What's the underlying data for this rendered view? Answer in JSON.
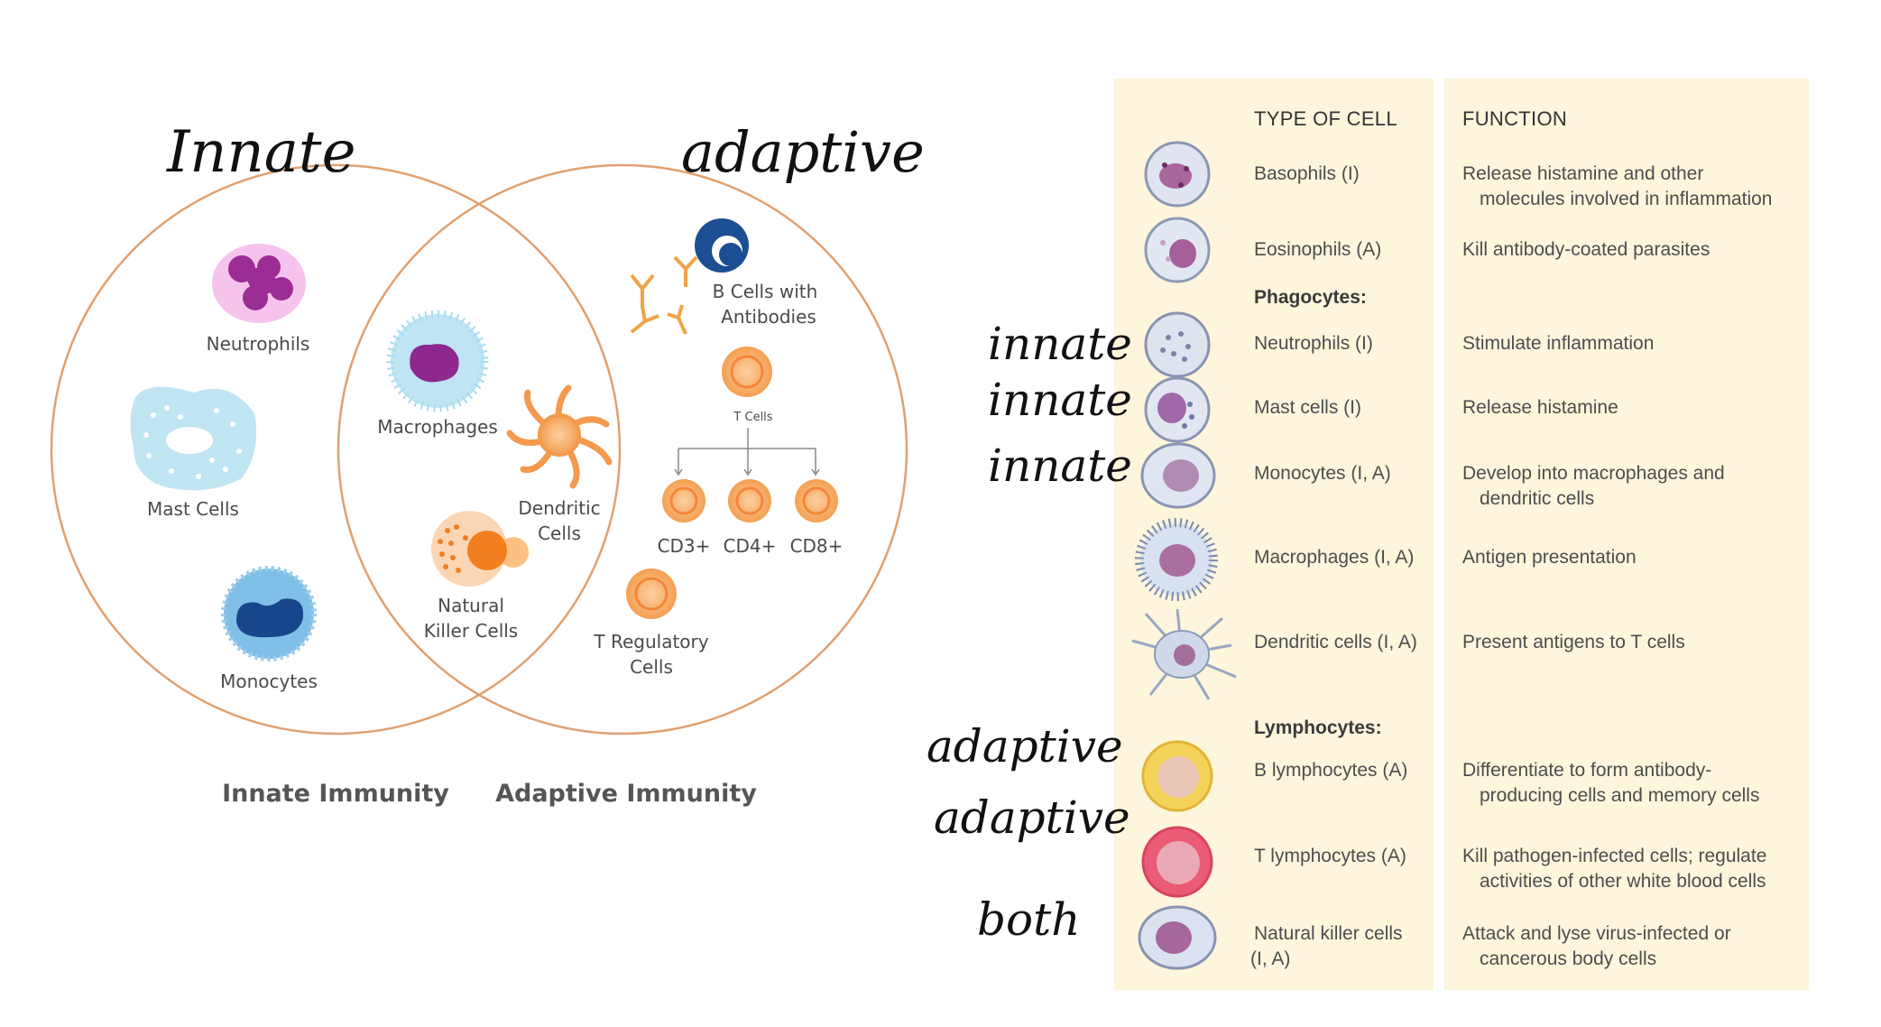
{
  "venn": {
    "handwritten_left": "Innate",
    "handwritten_right": "adaptive",
    "innate_only": {
      "neutrophils": "Neutrophils",
      "mast_cells": "Mast Cells",
      "monocytes": "Monocytes"
    },
    "shared": {
      "macrophages": "Macrophages",
      "dendritic_line1": "Dendritic",
      "dendritic_line2": "Cells",
      "nk_line1": "Natural",
      "nk_line2": "Killer Cells"
    },
    "adaptive_only": {
      "bcells_line1": "B Cells with",
      "bcells_line2": "Antibodies",
      "tcells": "T Cells",
      "cd3": "CD3+",
      "cd4": "CD4+",
      "cd8": "CD8+",
      "treg_line1": "T Regulatory",
      "treg_line2": "Cells"
    },
    "bottom_left": "Innate Immunity",
    "bottom_right": "Adaptive Immunity"
  },
  "table": {
    "header_type": "TYPE OF CELL",
    "header_function": "FUNCTION",
    "section_phagocytes": "Phagocytes:",
    "section_lymphocytes": "Lymphocytes:",
    "rows": [
      {
        "type": "Basophils (I)",
        "func1": "Release histamine and other",
        "func2": "molecules involved in inflammation"
      },
      {
        "type": "Eosinophils (A)",
        "func1": "Kill antibody-coated parasites",
        "func2": ""
      },
      {
        "type": "Neutrophils (I)",
        "func1": "Stimulate inflammation",
        "func2": ""
      },
      {
        "type": "Mast cells (I)",
        "func1": "Release histamine",
        "func2": ""
      },
      {
        "type": "Monocytes (I, A)",
        "func1": "Develop into macrophages and",
        "func2": "dendritic cells"
      },
      {
        "type": "Macrophages (I, A)",
        "func1": "Antigen presentation",
        "func2": ""
      },
      {
        "type": "Dendritic cells (I, A)",
        "func1": "Present antigens to T cells",
        "func2": ""
      },
      {
        "type": "B lymphocytes (A)",
        "func1": "Differentiate to form antibody-",
        "func2": "producing cells and memory cells"
      },
      {
        "type": "T lymphocytes (A)",
        "func1": "Kill pathogen-infected cells; regulate",
        "func2": "activities of other white blood cells"
      },
      {
        "type": "Natural killer cells",
        "type2": "(I, A)",
        "func1": "Attack and lyse virus-infected or",
        "func2": "cancerous body cells"
      }
    ]
  },
  "handnotes": {
    "neutrophils": "innate",
    "mast": "innate",
    "monocytes": "innate",
    "b_lymph": "adaptive",
    "t_lymph": "adaptive",
    "nk": "both"
  },
  "colors": {
    "circle_outline": "#e0a070",
    "table_bg": "#fdf5dc",
    "orange_cell": "#f7a25a",
    "blue_cell": "#1f5fa8",
    "purple_cell": "#8a2a8a"
  }
}
